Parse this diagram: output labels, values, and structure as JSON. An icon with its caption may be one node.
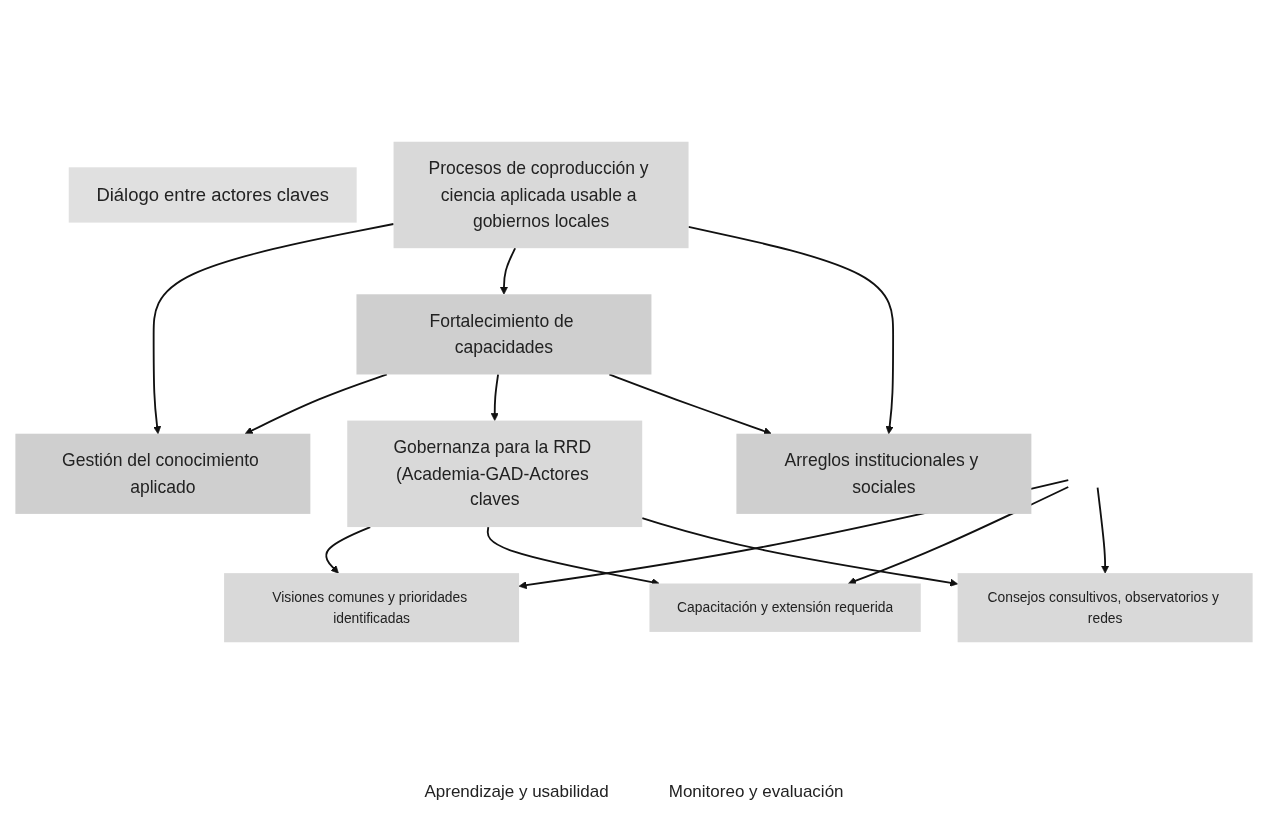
{
  "diagram": {
    "nodes": [
      {
        "text": [
          "Diálogo entre actores claves"
        ]
      },
      {
        "text": [
          "Procesos de coproducción y ciencia aplicada usable a gobiernos locales"
        ]
      },
      {
        "text": [
          "Gestión del conocimiento aplicado"
        ]
      },
      {
        "text": [
          "Fortalecimiento de capacidades"
        ]
      },
      {
        "text": [
          "Arreglos institucionales y sociales"
        ]
      },
      {
        "text": [
          "Gobernanza para la RRD (Academia-GAD-Actores claves"
        ]
      },
      {
        "text": [
          "Visiones comunes y prioridades identificadas"
        ]
      },
      {
        "text": [
          "Capacitación y extensión requerida"
        ]
      },
      {
        "text": [
          "Consejos consultivos, observatorios y redes"
        ]
      }
    ],
    "edges": [
      {
        "from": 1,
        "to": 2,
        "arrow": "to"
      },
      {
        "from": 1,
        "to": 3,
        "arrow": "to"
      },
      {
        "from": 1,
        "to": 4,
        "arrow": "to"
      },
      {
        "from": 3,
        "to": 2,
        "arrow": "to"
      },
      {
        "from": 3,
        "to": 5,
        "arrow": "to"
      },
      {
        "from": 3,
        "to": 4,
        "arrow": "to"
      },
      {
        "from": 5,
        "to": 6,
        "arrow": "to"
      },
      {
        "from": 5,
        "to": 7,
        "arrow": "to"
      },
      {
        "from": 5,
        "to": 8,
        "arrow": "to"
      },
      {
        "from": null,
        "to": 6,
        "arrow": "to"
      },
      {
        "from": null,
        "to": 7,
        "arrow": "to"
      },
      {
        "from": null,
        "to": 8,
        "arrow": "to"
      }
    ],
    "labels": [
      "Aprendizaje y usabilidad",
      "Monitoreo y evaluación"
    ]
  }
}
